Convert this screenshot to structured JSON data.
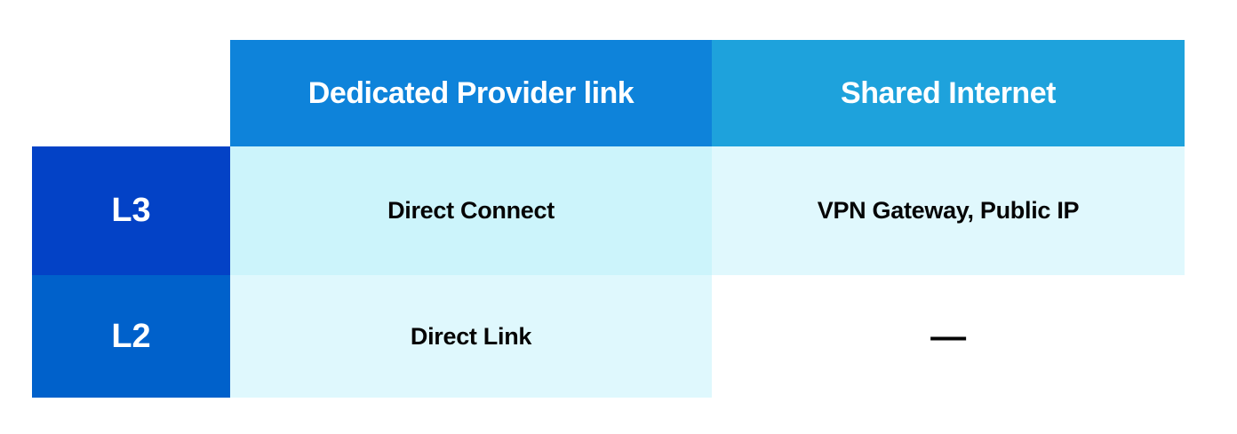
{
  "table": {
    "columns": [
      {
        "label": "Dedicated Provider link",
        "bg": "#0E83DA"
      },
      {
        "label": "Shared Internet",
        "bg": "#1EA2DC"
      }
    ],
    "rows": [
      {
        "label": "L3",
        "label_bg": "#0342C6",
        "cells": [
          {
            "text": "Direct Connect",
            "bg": "#CCF4FB"
          },
          {
            "text": "VPN Gateway, Public IP",
            "bg": "#E0F8FD"
          }
        ]
      },
      {
        "label": "L2",
        "label_bg": "#0061CB",
        "cells": [
          {
            "text": "Direct Link",
            "bg": "#DFF8FD"
          },
          {
            "text": "—",
            "bg": "#FFFFFF"
          }
        ]
      }
    ],
    "colors": {
      "header_text": "#FFFFFF",
      "row_label_text": "#FFFFFF",
      "cell_text": "#050505",
      "page_background": "#FFFFFF"
    }
  }
}
